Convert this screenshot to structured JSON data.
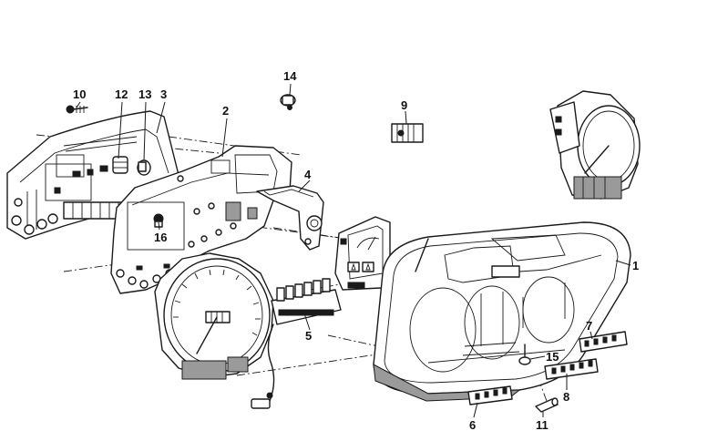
{
  "diagram": {
    "part_numbers": [
      {
        "id": "label-1",
        "text": "1"
      },
      {
        "id": "label-2",
        "text": "2"
      },
      {
        "id": "label-3",
        "text": "3"
      },
      {
        "id": "label-4",
        "text": "4"
      },
      {
        "id": "label-5",
        "text": "5"
      },
      {
        "id": "label-6",
        "text": "6"
      },
      {
        "id": "label-7",
        "text": "7"
      },
      {
        "id": "label-8",
        "text": "8"
      },
      {
        "id": "label-9",
        "text": "9"
      },
      {
        "id": "label-10",
        "text": "10"
      },
      {
        "id": "label-11",
        "text": "11"
      },
      {
        "id": "label-12",
        "text": "12"
      },
      {
        "id": "label-13",
        "text": "13"
      },
      {
        "id": "label-14",
        "text": "14"
      },
      {
        "id": "label-15",
        "text": "15"
      },
      {
        "id": "label-16",
        "text": "16"
      }
    ]
  }
}
